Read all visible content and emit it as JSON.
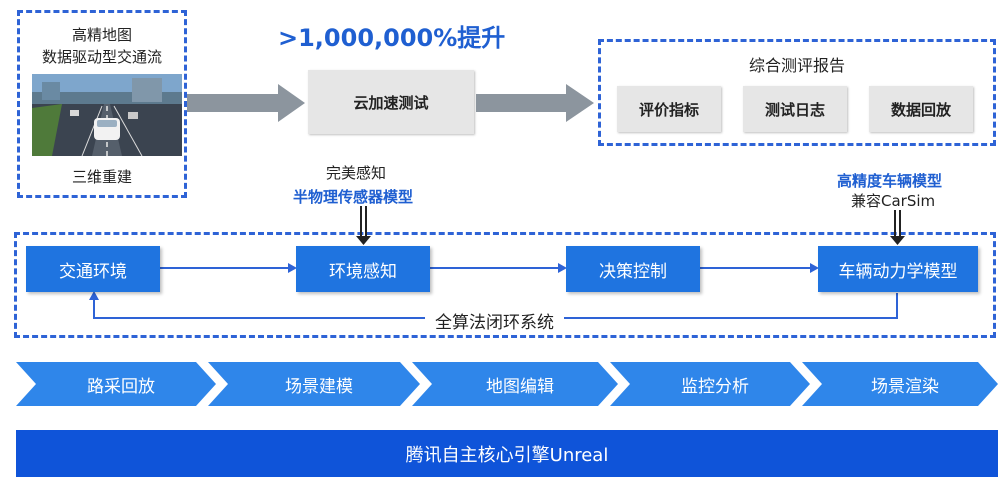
{
  "source_panel": {
    "title_line1": "高精地图",
    "title_line2": "数据驱动型交通流",
    "footer": "三维重建"
  },
  "speedup_text": ">1,000,000%提升",
  "cloud_test": "云加速测试",
  "report": {
    "title": "综合测评报告",
    "items": [
      "评价指标",
      "测试日志",
      "数据回放"
    ]
  },
  "sensor_note": {
    "line1": "完美感知",
    "line2": "半物理传感器模型"
  },
  "vehicle_note": {
    "line1": "高精度车辆模型",
    "line2": "兼容CarSim"
  },
  "loop": {
    "nodes": [
      "交通环境",
      "环境感知",
      "决策控制",
      "车辆动力学模型"
    ],
    "label": "全算法闭环系统"
  },
  "pipeline": [
    "路采回放",
    "场景建模",
    "地图编辑",
    "监控分析",
    "场景渲染"
  ],
  "engine_bar": "腾讯自主核心引擎Unreal",
  "colors": {
    "dash_blue": "#2e63d6",
    "node_blue": "#1f74e0",
    "chevron_blue": "#2f86ea",
    "bar_blue": "#0f54d9",
    "arrow_gray": "#8c959e"
  }
}
